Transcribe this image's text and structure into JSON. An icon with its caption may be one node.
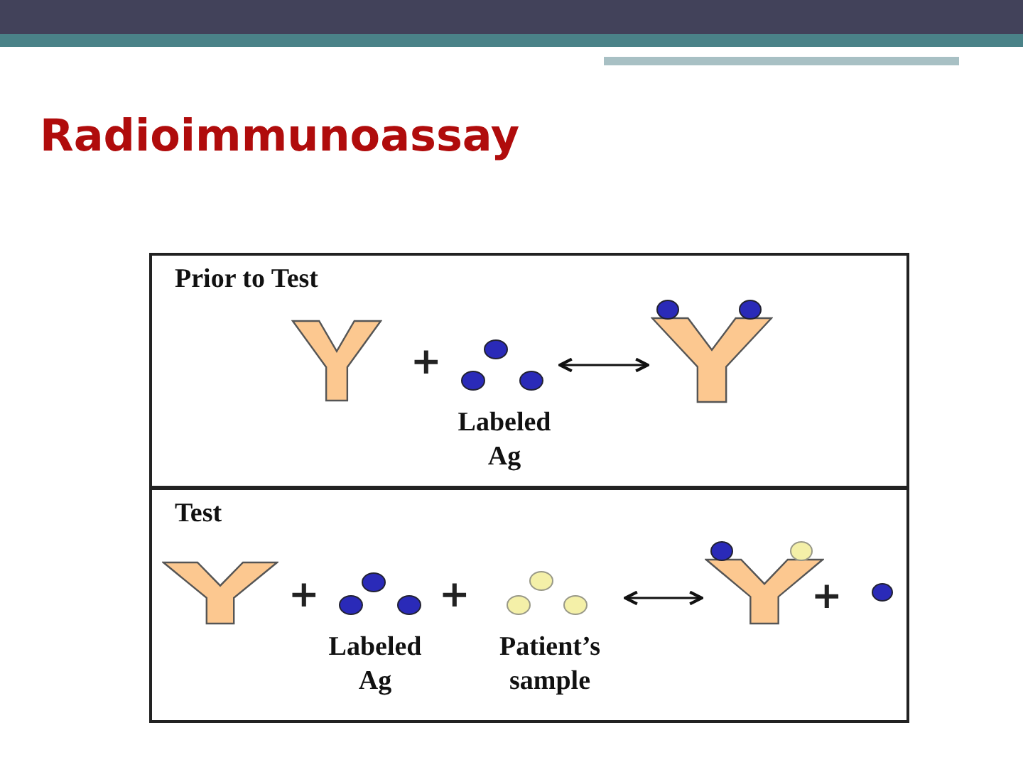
{
  "diagram": {
    "title": "Radioimmunoassay",
    "nodes": [
      {
        "text": [
          "Prior to Test"
        ]
      },
      {
        "text": [
          "Labeled Ag"
        ],
        "in": 0
      },
      {
        "text": [],
        "shape": "picture",
        "in": 0
      },
      {
        "text": [
          "Test"
        ]
      },
      {
        "text": [
          "Labeled Ag"
        ],
        "in": 3
      },
      {
        "text": [
          "Patient’s sample"
        ],
        "in": 3
      },
      {
        "text": [],
        "shape": "picture",
        "in": 3
      }
    ],
    "edges": [
      {
        "from": 1,
        "to": 2,
        "arrow": "both"
      },
      {
        "from": 5,
        "to": 6,
        "arrow": "both"
      }
    ],
    "labels": [
      "+",
      "+",
      "+",
      "+"
    ]
  }
}
